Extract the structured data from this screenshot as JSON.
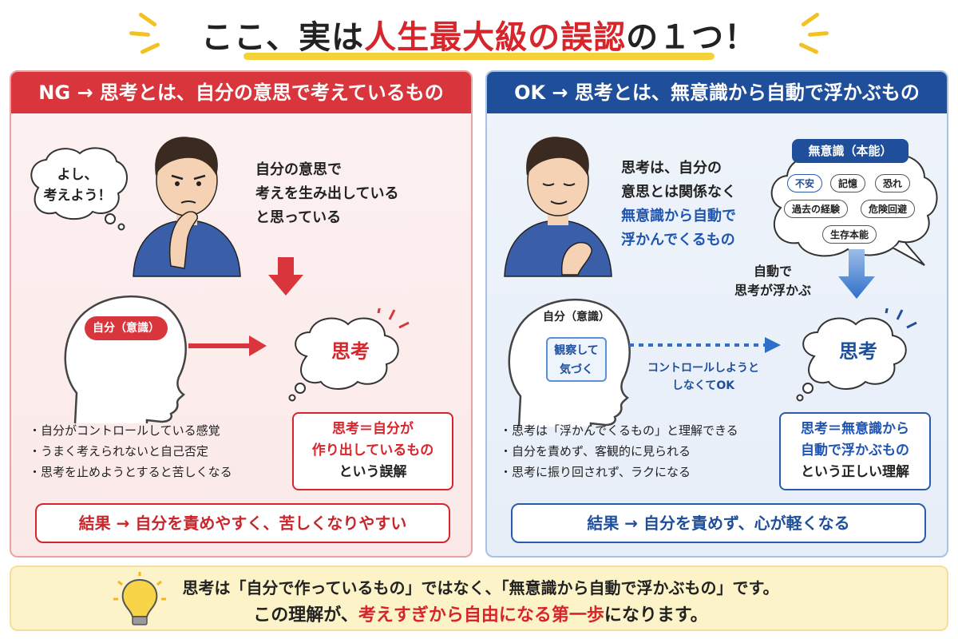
{
  "title": {
    "prefix": "ここ、実は",
    "highlight": "人生最大級の誤認",
    "suffix": "の１つ！"
  },
  "ng": {
    "header": "NG → 思考とは、自分の意思で考えているもの",
    "bubble_line1": "よし、",
    "bubble_line2": "考えよう！",
    "caption": [
      "自分の意思で",
      "考えを生み出している",
      "と思っている"
    ],
    "head_label": "自分（意識）",
    "thought": "思考",
    "bullets": [
      "自分がコントロールしている感覚",
      "うまく考えられないと自己否定",
      "思考を止めようとすると苦しくなる"
    ],
    "box": {
      "line1": "思考＝自分が",
      "line2": "作り出しているもの",
      "line3": "という誤解"
    },
    "result": "結果 → 自分を責めやすく、苦しくなりやすい"
  },
  "ok": {
    "header": "OK → 思考とは、無意識から自動で浮かぶもの",
    "caption": [
      "思考は、自分の",
      "意思とは関係なく"
    ],
    "caption_blue": [
      "無意識から自動で",
      "浮かんでくるもの"
    ],
    "unconscious": {
      "title": "無意識（本能）",
      "items": [
        "不安",
        "記憶",
        "恐れ",
        "過去の経験",
        "危険回避",
        "生存本能"
      ]
    },
    "auto_label": [
      "自動で",
      "思考が浮かぶ"
    ],
    "head_label": "自分（意識）",
    "observe": [
      "観察して",
      "気づく"
    ],
    "control_note": [
      "コントロールしようと",
      "しなくてOK"
    ],
    "thought": "思考",
    "bullets": [
      "思考は「浮かんでくるもの」と理解できる",
      "自分を責めず、客観的に見られる",
      "思考に振り回されず、ラクになる"
    ],
    "box": {
      "line1": "思考＝無意識から",
      "line2": "自動で浮かぶもの",
      "line3": "という正しい理解"
    },
    "result": "結果 → 自分を責めず、心が軽くなる"
  },
  "footer": {
    "line1": "思考は「自分で作っているもの」ではなく、「無意識から自動で浮かぶもの」です。",
    "line2_prefix": "この理解が、",
    "line2_emph": "考えすぎから自由になる第一歩",
    "line2_suffix": "になります。"
  },
  "colors": {
    "red": "#d7252c",
    "blue": "#1f4f9a",
    "yellow": "#f5d23a"
  },
  "icons": [
    "lightbulb-icon",
    "arrow-down-icon",
    "arrow-right-icon",
    "dotted-arrow-icon"
  ]
}
